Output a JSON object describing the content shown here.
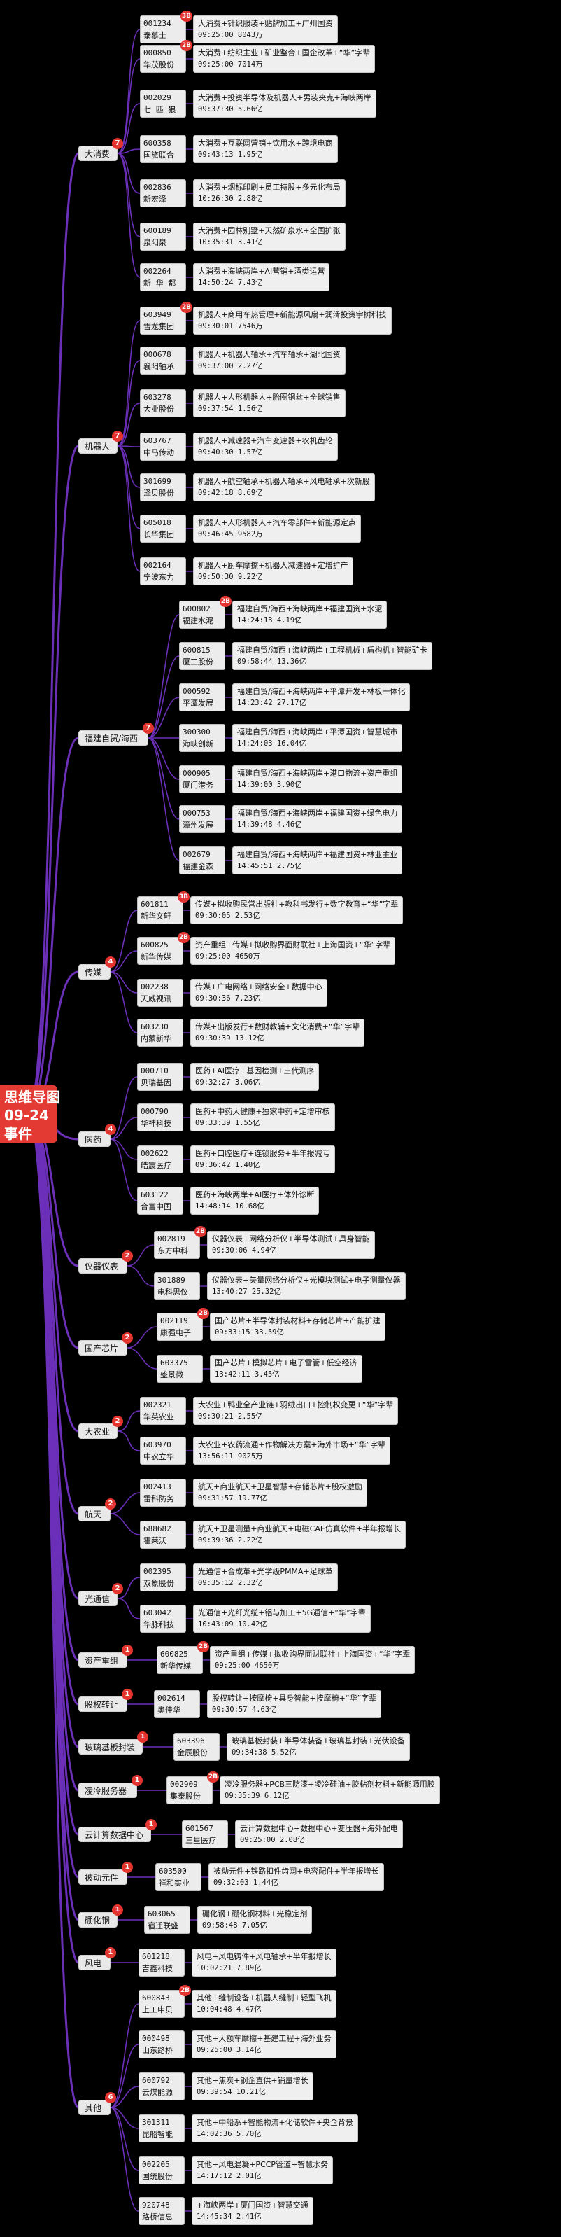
{
  "root": {
    "line1": "思维导图",
    "line2": "09-24",
    "line3": "事件"
  },
  "colors": {
    "line": "#6b2fb8",
    "badge": "#e3342f",
    "root": "#e33b33"
  },
  "categories": [
    {
      "name": "大消费",
      "count": "7",
      "stocks": [
        {
          "code": "001234",
          "name": "泰慕士",
          "badge": "3B",
          "desc": "大消费+针织服装+贴牌加工+广州国资",
          "meta": "09:25:00 8043万"
        },
        {
          "code": "000850",
          "name": "华茂股份",
          "badge": "2B",
          "desc": "大消费+纺织主业+矿业整合+国企改革+“华”字辈",
          "meta": "09:25:00 7014万"
        },
        {
          "code": "002029",
          "name": "七 匹 狼",
          "badge": "",
          "desc": "大消费+投资半导体及机器人+男装夹克+海峡两岸",
          "meta": "09:37:30 5.66亿"
        },
        {
          "code": "600358",
          "name": "国旅联合",
          "badge": "",
          "desc": "大消费+互联网营销+饮用水+跨境电商",
          "meta": "09:43:13 1.95亿"
        },
        {
          "code": "002836",
          "name": "新宏泽",
          "badge": "",
          "desc": "大消费+烟标印刷+员工持股+多元化布局",
          "meta": "10:26:30 2.88亿"
        },
        {
          "code": "600189",
          "name": "泉阳泉",
          "badge": "",
          "desc": "大消费+园林别墅+天然矿泉水+全国扩张",
          "meta": "10:35:31 3.41亿"
        },
        {
          "code": "002264",
          "name": "新 华 都",
          "badge": "",
          "desc": "大消费+海峡两岸+AI营销+酒类运营",
          "meta": "14:50:24 7.43亿"
        }
      ]
    },
    {
      "name": "机器人",
      "count": "7",
      "stocks": [
        {
          "code": "603949",
          "name": "雪龙集团",
          "badge": "2B",
          "desc": "机器人+商用车热管理+新能源风扇+润滑投资宇树科技",
          "meta": "09:30:01 7546万"
        },
        {
          "code": "000678",
          "name": "襄阳轴承",
          "badge": "",
          "desc": "机器人+机器人轴承+汽车轴承+湖北国资",
          "meta": "09:37:00 2.27亿"
        },
        {
          "code": "603278",
          "name": "大业股份",
          "badge": "",
          "desc": "机器人+人形机器人+胎圈钢丝+全球销售",
          "meta": "09:37:54 1.56亿"
        },
        {
          "code": "603767",
          "name": "中马传动",
          "badge": "",
          "desc": "机器人+减速器+汽车变速器+农机齿轮",
          "meta": "09:40:30 1.57亿"
        },
        {
          "code": "301699",
          "name": "泽贝股份",
          "badge": "",
          "desc": "机器人+航空轴承+机器人轴承+风电轴承+次新股",
          "meta": "09:42:18 8.69亿"
        },
        {
          "code": "605018",
          "name": "长华集团",
          "badge": "",
          "desc": "机器人+人形机器人+汽车零部件+新能源定点",
          "meta": "09:46:45 9582万"
        },
        {
          "code": "002164",
          "name": "宁波东力",
          "badge": "",
          "desc": "机器人+厨车摩擦+机器人减速器+定增扩产",
          "meta": "09:50:30 9.22亿"
        }
      ]
    },
    {
      "name": "福建自贸/海西",
      "count": "7",
      "stocks": [
        {
          "code": "600802",
          "name": "福建水泥",
          "badge": "2B",
          "desc": "福建自贸/海西+海峡两岸+福建国资+水泥",
          "meta": "14:24:13 4.19亿"
        },
        {
          "code": "600815",
          "name": "厦工股份",
          "badge": "",
          "desc": "福建自贸/海西+海峡两岸+工程机械+盾构机+智能矿卡",
          "meta": "09:58:44 13.36亿"
        },
        {
          "code": "000592",
          "name": "平潭发展",
          "badge": "",
          "desc": "福建自贸/海西+海峡两岸+平潭开发+林板一体化",
          "meta": "14:23:42 27.17亿"
        },
        {
          "code": "300300",
          "name": "海峡创新",
          "badge": "",
          "desc": "福建自贸/海西+海峡两岸+平潭国资+智慧城市",
          "meta": "14:24:03 16.04亿"
        },
        {
          "code": "000905",
          "name": "厦门港务",
          "badge": "",
          "desc": "福建自贸/海西+海峡两岸+港口物流+资产重组",
          "meta": "14:39:00 3.90亿"
        },
        {
          "code": "000753",
          "name": "漳州发展",
          "badge": "",
          "desc": "福建自贸/海西+海峡两岸+福建国资+绿色电力",
          "meta": "14:39:48 4.46亿"
        },
        {
          "code": "002679",
          "name": "福建金森",
          "badge": "",
          "desc": "福建自贸/海西+海峡两岸+福建国资+林业主业",
          "meta": "14:45:51 2.75亿"
        }
      ]
    },
    {
      "name": "传媒",
      "count": "4",
      "stocks": [
        {
          "code": "601811",
          "name": "新华文轩",
          "badge": "3B",
          "desc": "传媒+拟收购民営出版社+教科书发行+数字教育+“华”字辈",
          "meta": "09:30:05 2.53亿"
        },
        {
          "code": "600825",
          "name": "新华传媒",
          "badge": "2B",
          "desc": "资产重组+传媒+拟收购界面财联社+上海国资+“华”字辈",
          "meta": "09:25:00 4650万"
        },
        {
          "code": "002238",
          "name": "天威视讯",
          "badge": "",
          "desc": "传媒+广电网络+网络安全+数据中心",
          "meta": "09:30:36 7.23亿"
        },
        {
          "code": "603230",
          "name": "内蒙新华",
          "badge": "",
          "desc": "传媒+出版发行+数财教辅+文化消费+“华”字辈",
          "meta": "09:30:39 13.12亿"
        }
      ]
    },
    {
      "name": "医药",
      "count": "4",
      "stocks": [
        {
          "code": "000710",
          "name": "贝瑞基因",
          "badge": "",
          "desc": "医药+AI医疗+基因检测+三代测序",
          "meta": "09:32:27 3.06亿"
        },
        {
          "code": "000790",
          "name": "华神科技",
          "badge": "",
          "desc": "医药+中药大健康+独家中药+定增审核",
          "meta": "09:33:39 1.55亿"
        },
        {
          "code": "002622",
          "name": "皓宸医疗",
          "badge": "",
          "desc": "医药+口腔医疗+连锁服务+半年报减亏",
          "meta": "09:36:42 1.40亿"
        },
        {
          "code": "603122",
          "name": "合富中国",
          "badge": "",
          "desc": "医药+海峡两岸+AI医疗+体外诊断",
          "meta": "14:48:14 10.68亿"
        }
      ]
    },
    {
      "name": "仪器仪表",
      "count": "2",
      "stocks": [
        {
          "code": "002819",
          "name": "东方中科",
          "badge": "2B",
          "desc": "仪器仪表+网络分析仪+半导体测试+具身智能",
          "meta": "09:30:06 4.94亿"
        },
        {
          "code": "301889",
          "name": "电科思仪",
          "badge": "",
          "desc": "仪器仪表+矢量网络分析仪+光模块测试+电子测量仪器",
          "meta": "13:40:27 25.32亿"
        }
      ]
    },
    {
      "name": "国产芯片",
      "count": "2",
      "stocks": [
        {
          "code": "002119",
          "name": "康强电子",
          "badge": "2B",
          "desc": "国产芯片+半导体封装材料+存储芯片+产能扩建",
          "meta": "09:33:15 33.59亿"
        },
        {
          "code": "603375",
          "name": "盛景微",
          "badge": "",
          "desc": "国产芯片+模拟芯片+电子雷管+低空经济",
          "meta": "13:42:11 3.45亿"
        }
      ]
    },
    {
      "name": "大农业",
      "count": "2",
      "stocks": [
        {
          "code": "002321",
          "name": "华英农业",
          "badge": "",
          "desc": "大农业+鸭业全产业链+羽绒出口+控制权变更+“华”字辈",
          "meta": "09:30:21 2.55亿"
        },
        {
          "code": "603970",
          "name": "中农立华",
          "badge": "",
          "desc": "大农业+农药流通+作物解决方案+海外市场+“华”字辈",
          "meta": "13:56:11 9025万"
        }
      ]
    },
    {
      "name": "航天",
      "count": "2",
      "stocks": [
        {
          "code": "002413",
          "name": "雷科防务",
          "badge": "",
          "desc": "航天+商业航天+卫星智慧+存储芯片+股权激励",
          "meta": "09:31:57 19.77亿"
        },
        {
          "code": "688682",
          "name": "霍莱沃",
          "badge": "",
          "desc": "航天+卫星测量+商业航天+电磁CAE仿真软件+半年报增长",
          "meta": "09:39:36 2.22亿"
        }
      ]
    },
    {
      "name": "光通信",
      "count": "2",
      "stocks": [
        {
          "code": "002395",
          "name": "双象股份",
          "badge": "",
          "desc": "光通信+合成革+光学级PMMA+足球革",
          "meta": "09:35:12 2.32亿"
        },
        {
          "code": "603042",
          "name": "华脉科技",
          "badge": "",
          "desc": "光通信+光纤光缆+铝与加工+5G通信+“华”字辈",
          "meta": "10:43:09 10.42亿"
        }
      ]
    },
    {
      "name": "资产重组",
      "count": "1",
      "stocks": [
        {
          "code": "600825",
          "name": "新华传媒",
          "badge": "2B",
          "desc": "资产重组+传媒+拟收购界面财联社+上海国资+“华”字辈",
          "meta": "09:25:00 4650万"
        }
      ]
    },
    {
      "name": "股权转让",
      "count": "1",
      "stocks": [
        {
          "code": "002614",
          "name": "奥佳华",
          "badge": "",
          "desc": "股权转让+按摩椅+具身智能+按摩椅+“华”字辈",
          "meta": "09:30:57 4.63亿"
        }
      ]
    },
    {
      "name": "玻璃基板封装",
      "count": "1",
      "stocks": [
        {
          "code": "603396",
          "name": "金辰股份",
          "badge": "",
          "desc": "玻璃基板封装+半导体装备+玻璃基封装+光伏设备",
          "meta": "09:34:38 5.52亿"
        }
      ]
    },
    {
      "name": "凌冷服务器",
      "count": "1",
      "stocks": [
        {
          "code": "002909",
          "name": "集泰股份",
          "badge": "2B",
          "desc": "凌冷服务器+PCB三防漆+凌冷硅油+胶粘剂材料+新能源用胶",
          "meta": "09:35:39 6.12亿"
        }
      ]
    },
    {
      "name": "云计算数据中心",
      "count": "1",
      "stocks": [
        {
          "code": "601567",
          "name": "三星医疗",
          "badge": "",
          "desc": "云计算数据中心+数据中心+变压器+海外配电",
          "meta": "09:25:00 2.08亿"
        }
      ]
    },
    {
      "name": "被动元件",
      "count": "1",
      "stocks": [
        {
          "code": "603500",
          "name": "祥和实业",
          "badge": "",
          "desc": "被动元件+铁路扣件齿网+电容配件+半年报增长",
          "meta": "09:32:03 1.44亿"
        }
      ]
    },
    {
      "name": "硼化钢",
      "count": "1",
      "stocks": [
        {
          "code": "603065",
          "name": "宿迁联盛",
          "badge": "",
          "desc": "硼化钢+硼化钢材料+光稳定剂",
          "meta": "09:58:48 7.05亿"
        }
      ]
    },
    {
      "name": "风电",
      "count": "1",
      "stocks": [
        {
          "code": "601218",
          "name": "吉鑫科技",
          "badge": "",
          "desc": "风电+风电铸件+风电轴承+半年报增长",
          "meta": "10:02:21 7.89亿"
        }
      ]
    },
    {
      "name": "其他",
      "count": "6",
      "stocks": [
        {
          "code": "600843",
          "name": "上工申贝",
          "badge": "2B",
          "desc": "其他+缝制设备+机器人缝制+轻型飞机",
          "meta": "10:04:48 4.47亿"
        },
        {
          "code": "000498",
          "name": "山东路桥",
          "badge": "",
          "desc": "其他+大额车摩擦+基建工程+海外业务",
          "meta": "09:25:00 3.14亿"
        },
        {
          "code": "600792",
          "name": "云煤能源",
          "badge": "",
          "desc": "其他+焦炭+钢企直供+销量增长",
          "meta": "09:39:54 10.21亿"
        },
        {
          "code": "301311",
          "name": "昆船智能",
          "badge": "",
          "desc": "其他+中船系+智能物流+化储软件+央企背景",
          "meta": "14:02:36 5.70亿"
        },
        {
          "code": "002205",
          "name": "国统股份",
          "badge": "",
          "desc": "其他+风电混凝+PCCP管道+智慧水务",
          "meta": "14:17:12 2.01亿"
        },
        {
          "code": "920748",
          "name": "路桥信息",
          "badge": "",
          "desc": "+海峡两岸+厦门国资+智慧交通",
          "meta": "14:45:34 2.41亿"
        }
      ]
    }
  ]
}
